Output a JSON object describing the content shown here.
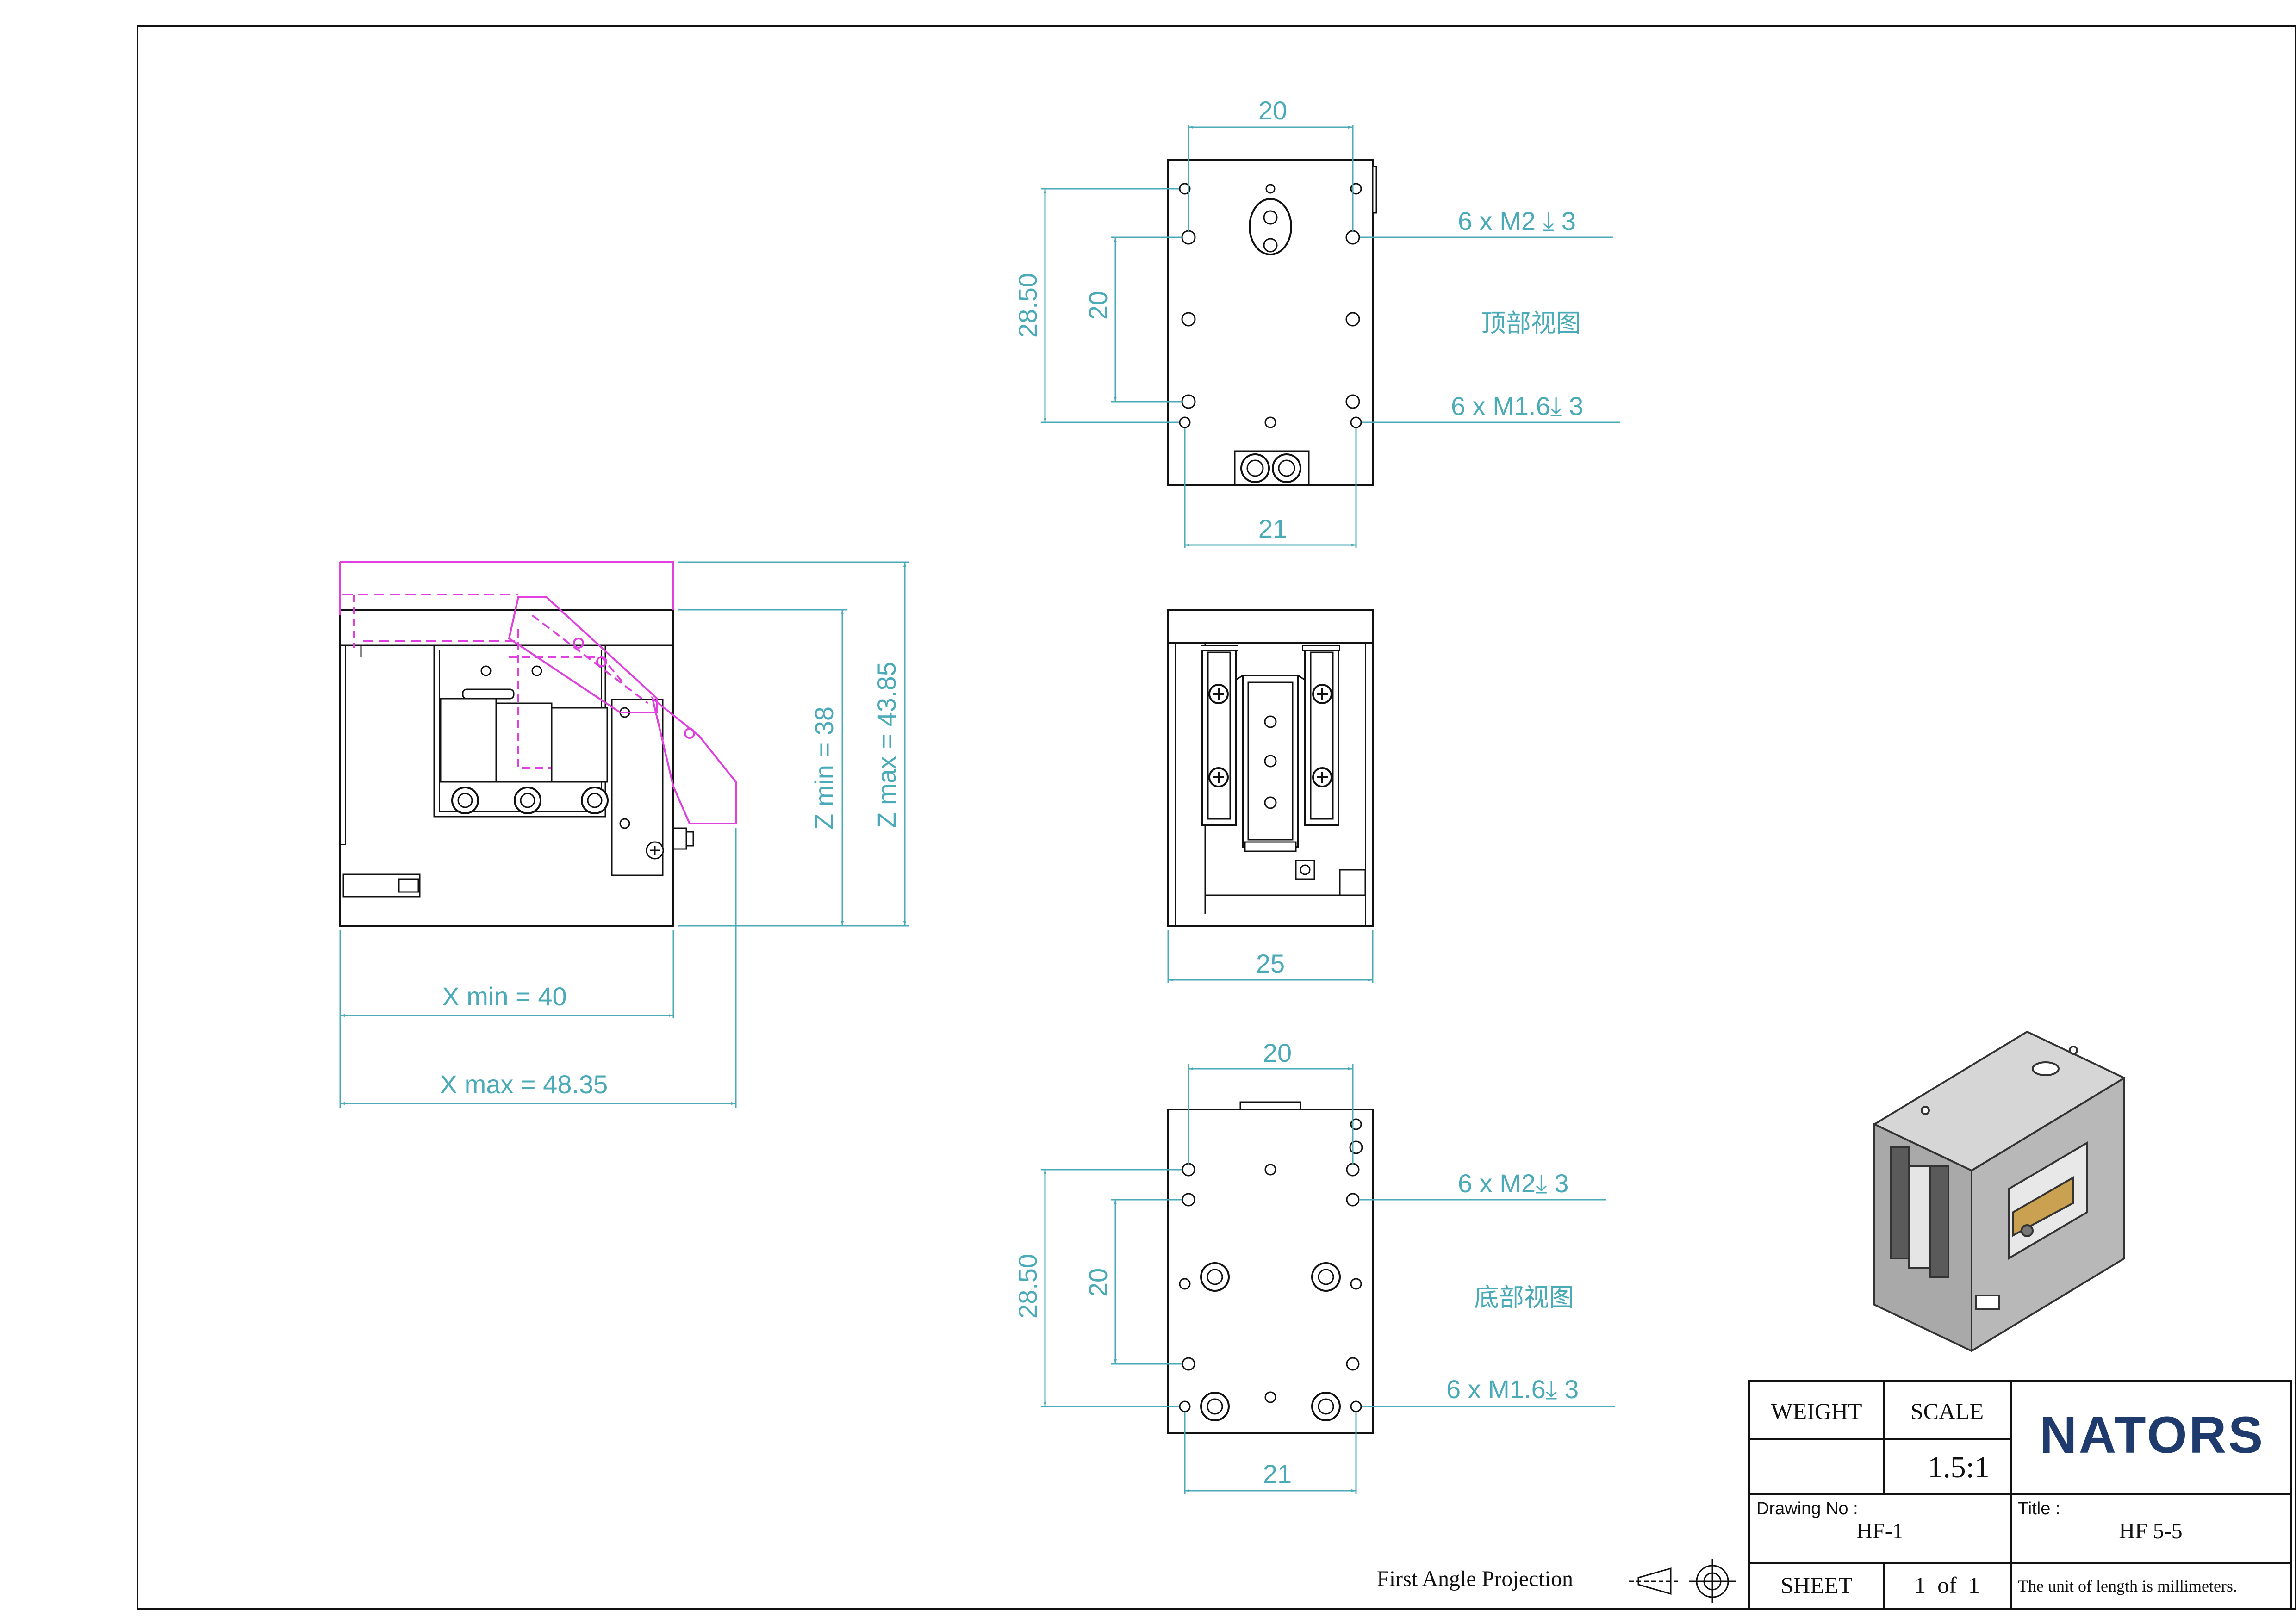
{
  "top_view": {
    "width_top": "20",
    "height_outer": "28.50",
    "height_inner": "20",
    "width_bottom": "21",
    "callout_m2": "6 x M2 ⤓ 3",
    "callout_m16": "6 x M1.6⤓ 3",
    "label": "顶部视图"
  },
  "front_view": {
    "width": "25"
  },
  "bottom_view": {
    "width_top": "20",
    "height_outer": "28.50",
    "height_inner": "20",
    "width_bottom": "21",
    "callout_m2": "6 x M2⤓ 3",
    "callout_m16": "6 x M1.6⤓ 3",
    "label": "底部视图"
  },
  "side_view": {
    "z_min": "Z min = 38",
    "z_max": "Z max = 43.85",
    "x_min": "X min = 40",
    "x_max": "X max = 48.35"
  },
  "projection_label": "First Angle Projection",
  "title_block": {
    "weight_label": "WEIGHT",
    "scale_label": "SCALE",
    "scale_value": "1.5:1",
    "brand": "NATORS",
    "drawing_no_label": "Drawing No :",
    "drawing_no": "HF-1",
    "title_label": "Title :",
    "title": "HF 5-5",
    "sheet_label": "SHEET",
    "sheet_value": "1  of  1",
    "unit_note": "The unit of length is millimeters."
  },
  "colors": {
    "dimension": "#4aaab8",
    "line": "#111111",
    "alternate_position": "#e040e0",
    "brand": "#1f3b6e",
    "gold": "#c9a150"
  }
}
